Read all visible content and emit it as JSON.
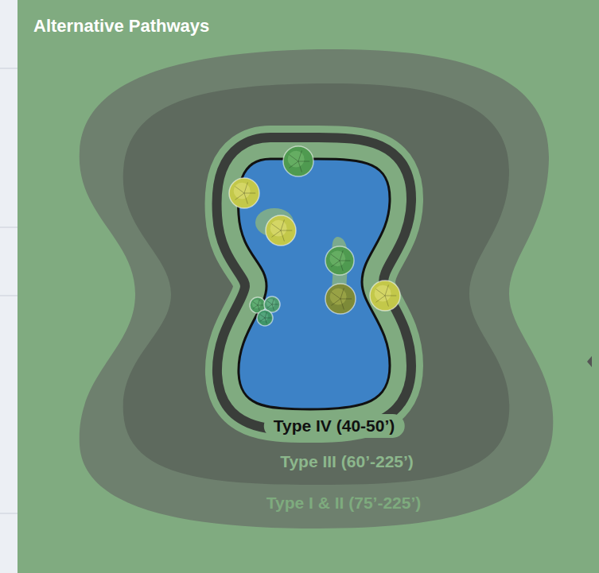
{
  "diagram": {
    "title": "Alternative Pathways",
    "nodes": [
      {
        "text": [
          "Type I & II (75’-225’)"
        ]
      },
      {
        "text": [
          "Type III (60’-225’)"
        ],
        "in": 0
      },
      {
        "text": [
          "Type IV (40-50’)"
        ],
        "in": 1
      }
    ]
  }
}
